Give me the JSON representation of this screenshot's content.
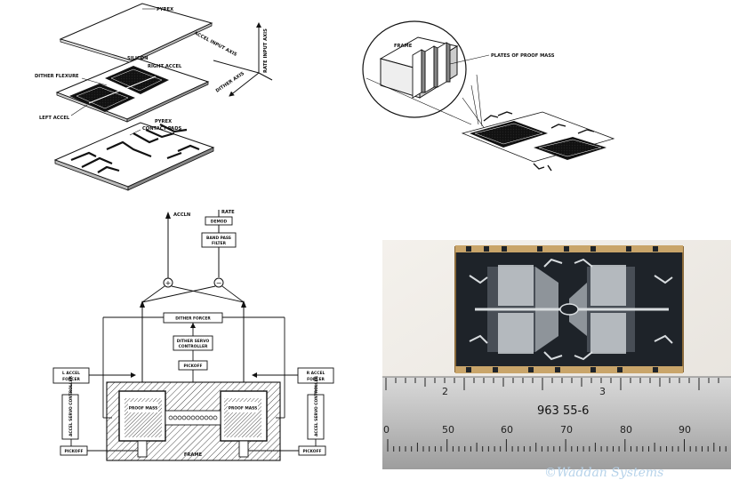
{
  "exploded_view": {
    "pyrex_top": "PYREX",
    "silicon": "SILICON",
    "right_accel": "RIGHT ACCEL",
    "dither_flexure": "DITHER FLEXURE",
    "left_accel": "LEFT ACCEL",
    "pyrex_bottom": "PYREX",
    "contact_pads": "CONTACT PADS",
    "accel_input_axis": "ACCEL INPUT AXIS",
    "rate_input_axis": "RATE INPUT AXIS",
    "dither_axis": "DITHER AXIS"
  },
  "detail_view": {
    "frame": "FRAME",
    "plates_of_proof_mass": "PLATES OF PROOF MASS"
  },
  "block_diagram": {
    "accln": "ACCLN",
    "rate": "RATE",
    "demod": "DEMOD",
    "band_pass_filter_1": "BAND PASS",
    "band_pass_filter_2": "FILTER",
    "plus": "+",
    "minus": "−",
    "dither_forcer": "DITHER FORCER",
    "dither_servo_1": "DITHER SERVO",
    "dither_servo_2": "CONTROLLER",
    "pickoff_center": "PICKOFF",
    "l_accel_forcer_1": "L ACCEL",
    "l_accel_forcer_2": "FORCER",
    "r_accel_forcer_1": "R ACCEL",
    "r_accel_forcer_2": "FORCER",
    "accel_servo_controller": "ACCEL SERVO CONTROLLER",
    "proof_mass_left": "PROOF MASS",
    "proof_mass_right": "PROOF MASS",
    "pickoff_left": "PICKOFF",
    "pickoff_right": "PICKOFF",
    "frame": "FRAME"
  },
  "photo": {
    "ruler_inch_2": "2",
    "ruler_inch_3": "3",
    "ruler_code": "963 55-6",
    "mm_labels": [
      "50",
      "60",
      "70",
      "80",
      "90"
    ],
    "mm_label_partial": "0"
  },
  "watermark": "©Waddan Systems"
}
